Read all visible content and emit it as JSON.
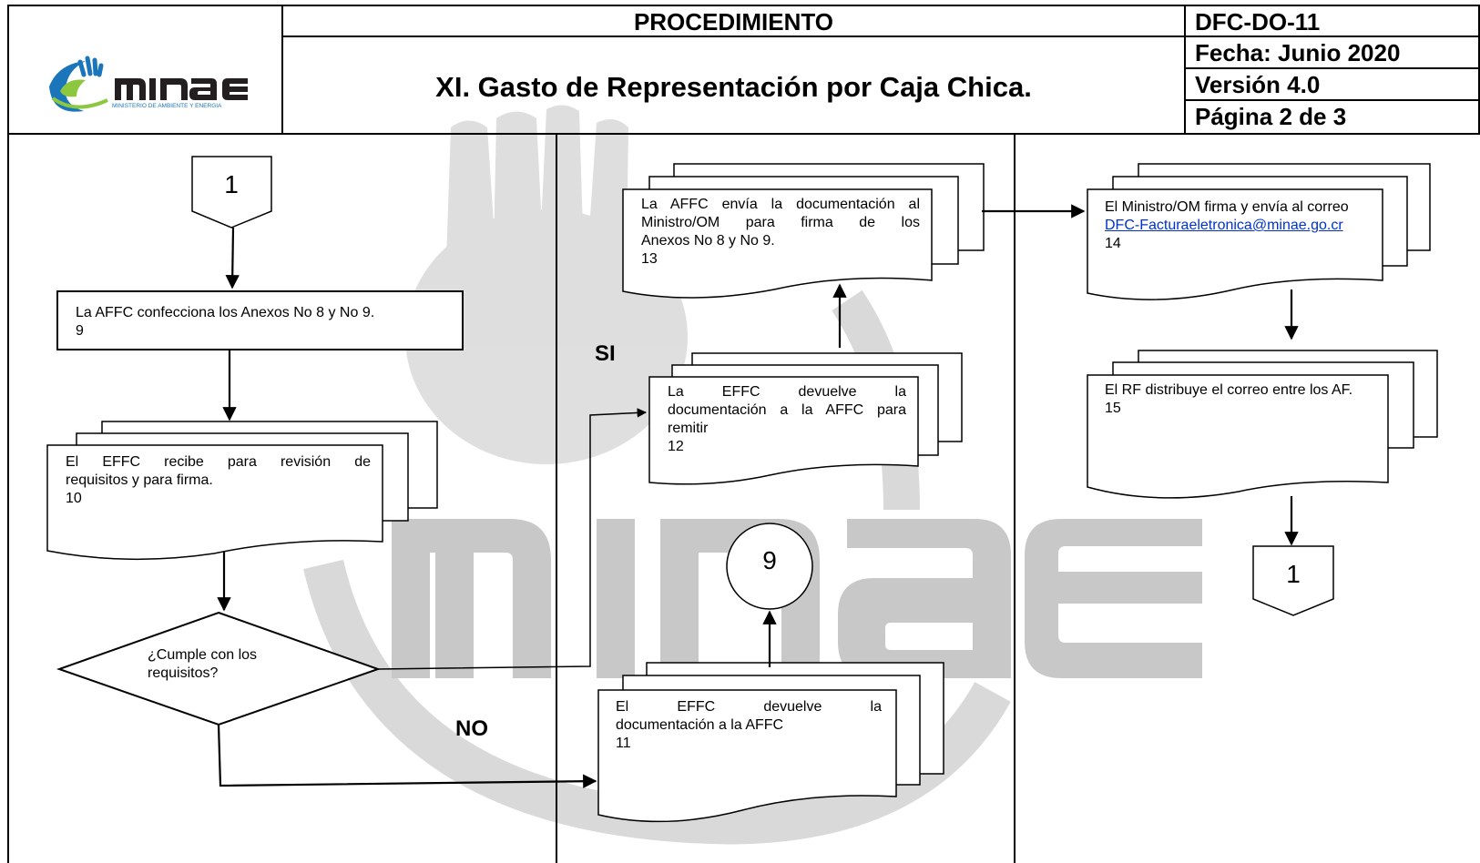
{
  "header": {
    "section_title": "PROCEDIMIENTO",
    "doc_title": "XI.  Gasto de Representación por Caja Chica.",
    "code": "DFC-DO-11",
    "date": "Fecha: Junio 2020",
    "version": "Versión 4.0",
    "page": "Página 2 de 3",
    "logo": {
      "name": "minae",
      "tagline": "MINISTERIO DE AMBIENTE Y ENERGIA",
      "colors": {
        "blue": "#1b75bb",
        "green": "#8dc63f",
        "dark": "#231f20"
      }
    }
  },
  "flow": {
    "connector_top_left": "1",
    "connector_bottom_right": "1",
    "connector_circle": "9",
    "step9": {
      "text": "La AFFC confecciona los Anexos No 8 y No 9.",
      "num": "9"
    },
    "step10": {
      "line1": "El EFFC recibe para revisión de",
      "line2": "requisitos y para firma.",
      "num": "10"
    },
    "decision": {
      "line1": "¿Cumple con los",
      "line2": "requisitos?"
    },
    "label_yes": "SI",
    "label_no": "NO",
    "step11": {
      "line1": "El EFFC devuelve la",
      "line2": "documentación a la AFFC",
      "num": "11"
    },
    "step12": {
      "line1": "La EFFC devuelve la",
      "line2": "documentación a la AFFC para",
      "line3": "remitir",
      "num": "12"
    },
    "step13": {
      "line1": "La AFFC envía la documentación al",
      "line2": "Ministro/OM para firma de los",
      "line3": "Anexos No 8 y No 9.",
      "num": "13"
    },
    "step14": {
      "line1": "El Ministro/OM firma y envía al correo",
      "email": "DFC-Facturaeletronica@minae.go.cr",
      "num": "14"
    },
    "step15": {
      "text": "El RF distribuye el correo entre los AF.",
      "num": "15"
    }
  },
  "watermark": {
    "text": "minae",
    "color": "#c8c8c8"
  }
}
